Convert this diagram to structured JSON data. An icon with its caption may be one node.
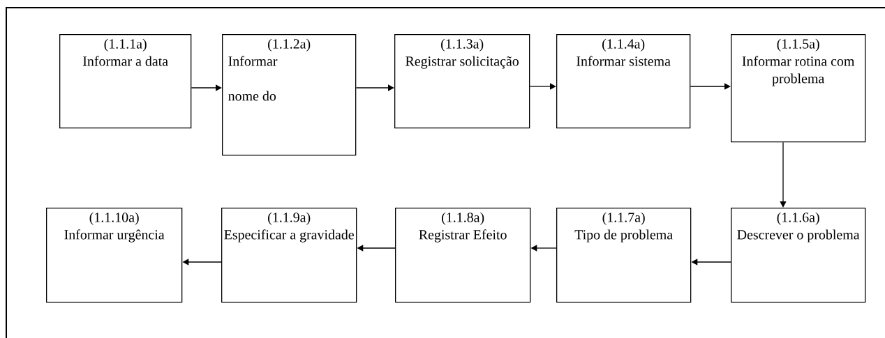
{
  "diagram": {
    "nodes": [
      {
        "text": [
          "(1.1.1a)",
          "Informar a data"
        ]
      },
      {
        "text": [
          "(1.1.2a)",
          "Informar",
          "nome do"
        ]
      },
      {
        "text": [
          "(1.1.3a)",
          "Registrar solicitação"
        ]
      },
      {
        "text": [
          "(1.1.4a)",
          "Informar sistema"
        ]
      },
      {
        "text": [
          "(1.1.5a)",
          "Informar rotina com problema"
        ]
      },
      {
        "text": [
          "(1.1.6a)",
          "Descrever o problema"
        ]
      },
      {
        "text": [
          "(1.1.7a)",
          "Tipo de problema"
        ]
      },
      {
        "text": [
          "(1.1.8a)",
          "Registrar Efeito"
        ]
      },
      {
        "text": [
          "(1.1.9a)",
          "Especificar a gravidade"
        ]
      },
      {
        "text": [
          "(1.1.10a)",
          "Informar urgência"
        ]
      }
    ],
    "edges": [
      {
        "from": 0,
        "to": 1,
        "arrow": "to"
      },
      {
        "from": 1,
        "to": 2,
        "arrow": "to"
      },
      {
        "from": 2,
        "to": 3,
        "arrow": "to"
      },
      {
        "from": 3,
        "to": 4,
        "arrow": "to"
      },
      {
        "from": 4,
        "to": 5,
        "arrow": "to"
      },
      {
        "from": 5,
        "to": 6,
        "arrow": "to"
      },
      {
        "from": 6,
        "to": 7,
        "arrow": "to"
      },
      {
        "from": 7,
        "to": 8,
        "arrow": "to"
      },
      {
        "from": 8,
        "to": 9,
        "arrow": "to"
      }
    ]
  }
}
